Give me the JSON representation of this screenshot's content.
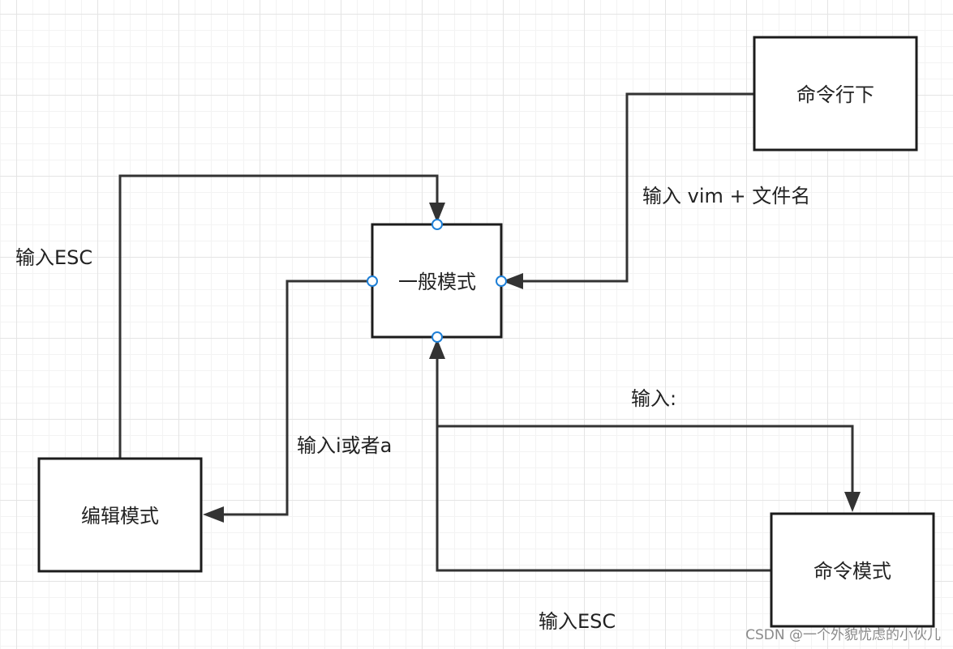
{
  "nodes": {
    "normal": {
      "label": "一般模式"
    },
    "command_line": {
      "label": "命令行下"
    },
    "edit": {
      "label": "编辑模式"
    },
    "command": {
      "label": "命令模式"
    }
  },
  "edges": {
    "cmdline_to_normal": {
      "label": "输入 vim + 文件名"
    },
    "edit_to_normal": {
      "label": "输入ESC"
    },
    "normal_to_edit": {
      "label": "输入i或者a"
    },
    "normal_to_command": {
      "label": "输入:"
    },
    "command_to_normal": {
      "label": "输入ESC"
    }
  },
  "watermark": "CSDN @一个外貌忧虑的小伙儿",
  "colors": {
    "stroke": "#333333",
    "port": "#1e7fd6",
    "grid": "#e4e4e4"
  }
}
